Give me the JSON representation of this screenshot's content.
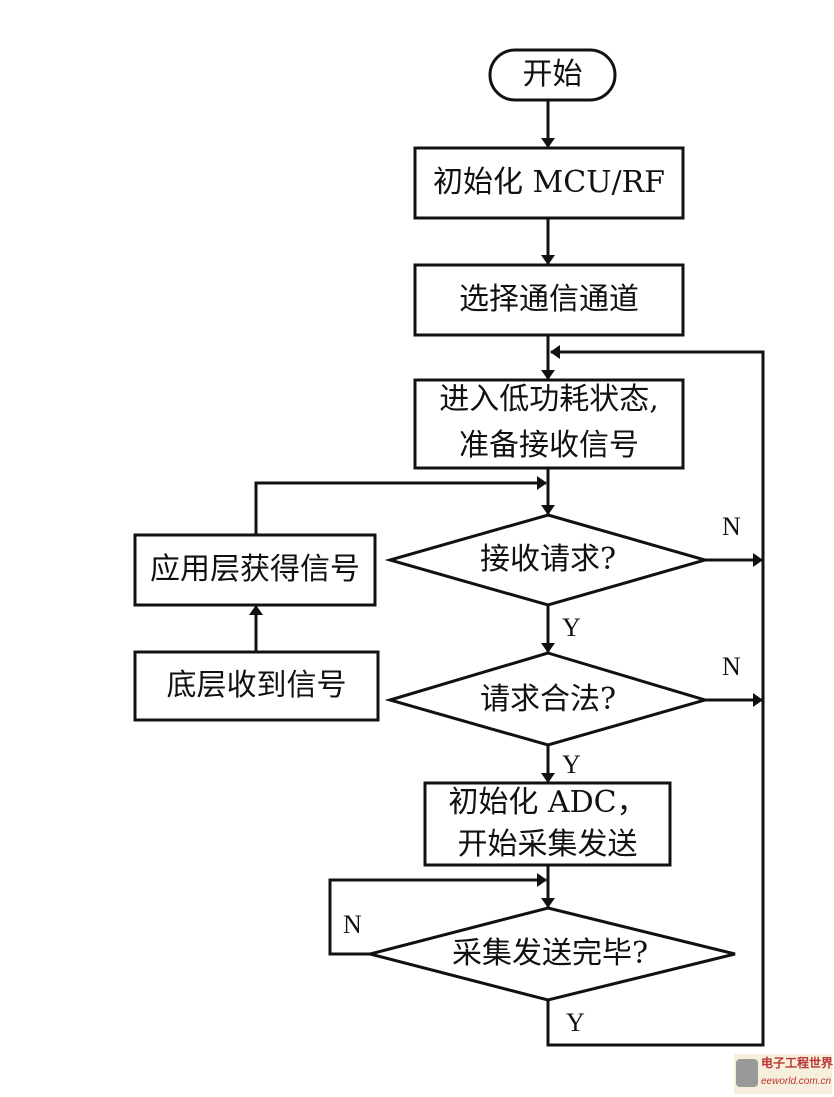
{
  "nodes": {
    "start": "开始",
    "init_mcu": "初始化 MCU/RF",
    "select_channel": "选择通信通道",
    "low_power_1": "进入低功耗状态,",
    "low_power_2": "准备接收信号",
    "receive_request": "接收请求?",
    "app_layer": "应用层获得信号",
    "bottom_layer": "底层收到信号",
    "request_valid": "请求合法?",
    "init_adc_1": "初始化 ADC，",
    "init_adc_2": "开始采集发送",
    "done": "采集发送完毕?"
  },
  "labels": {
    "yes": "Y",
    "no": "N"
  },
  "watermark": {
    "line1": "电子工程世界",
    "line2": "eeworld.com.cn"
  }
}
